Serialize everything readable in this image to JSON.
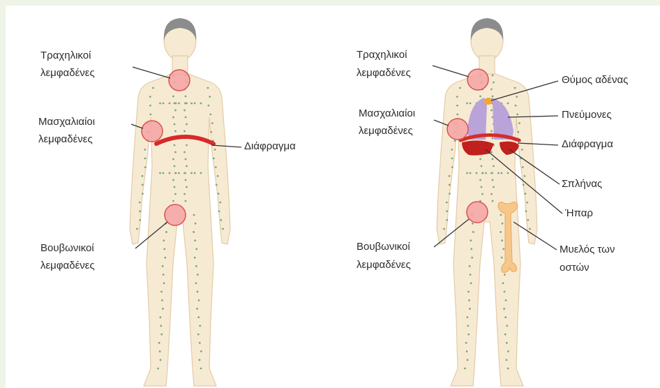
{
  "colors": {
    "skin": "#f7ead3",
    "skin_outline": "#e2cba6",
    "hair": "#8c8c8c",
    "node_circle_fill": "#f5a3a3",
    "node_circle_stroke": "#d9534f",
    "diaphragm": "#d62b2b",
    "lungs": "#b9a3d9",
    "liver_spleen": "#c0201e",
    "thymus": "#f0a830",
    "bone_marrow": "#f6c78a",
    "lymph_dots": "#7aa87a",
    "leader_line": "#333333"
  },
  "left_figure": {
    "cervical": [
      "Τραχηλικοί",
      "λεμφαδένες"
    ],
    "axillary": [
      "Μασχαλιαίοι",
      "λεμφαδένες"
    ],
    "diaphragm": "Διάφραγμα",
    "inguinal": [
      "Βουβωνικοί",
      "λεμφαδένες"
    ]
  },
  "right_figure": {
    "cervical": [
      "Τραχηλικοί",
      "λεμφαδένες"
    ],
    "axillary": [
      "Μασχαλιαίοι",
      "λεμφαδένες"
    ],
    "inguinal": [
      "Βουβωνικοί",
      "λεμφαδένες"
    ],
    "thymus": "Θύμος αδένας",
    "lungs": "Πνεύμονες",
    "diaphragm": "Διάφραγμα",
    "spleen": "Σπλήνας",
    "liver": "Ήπαρ",
    "bone_marrow": [
      "Μυελός των",
      "οστών"
    ]
  }
}
